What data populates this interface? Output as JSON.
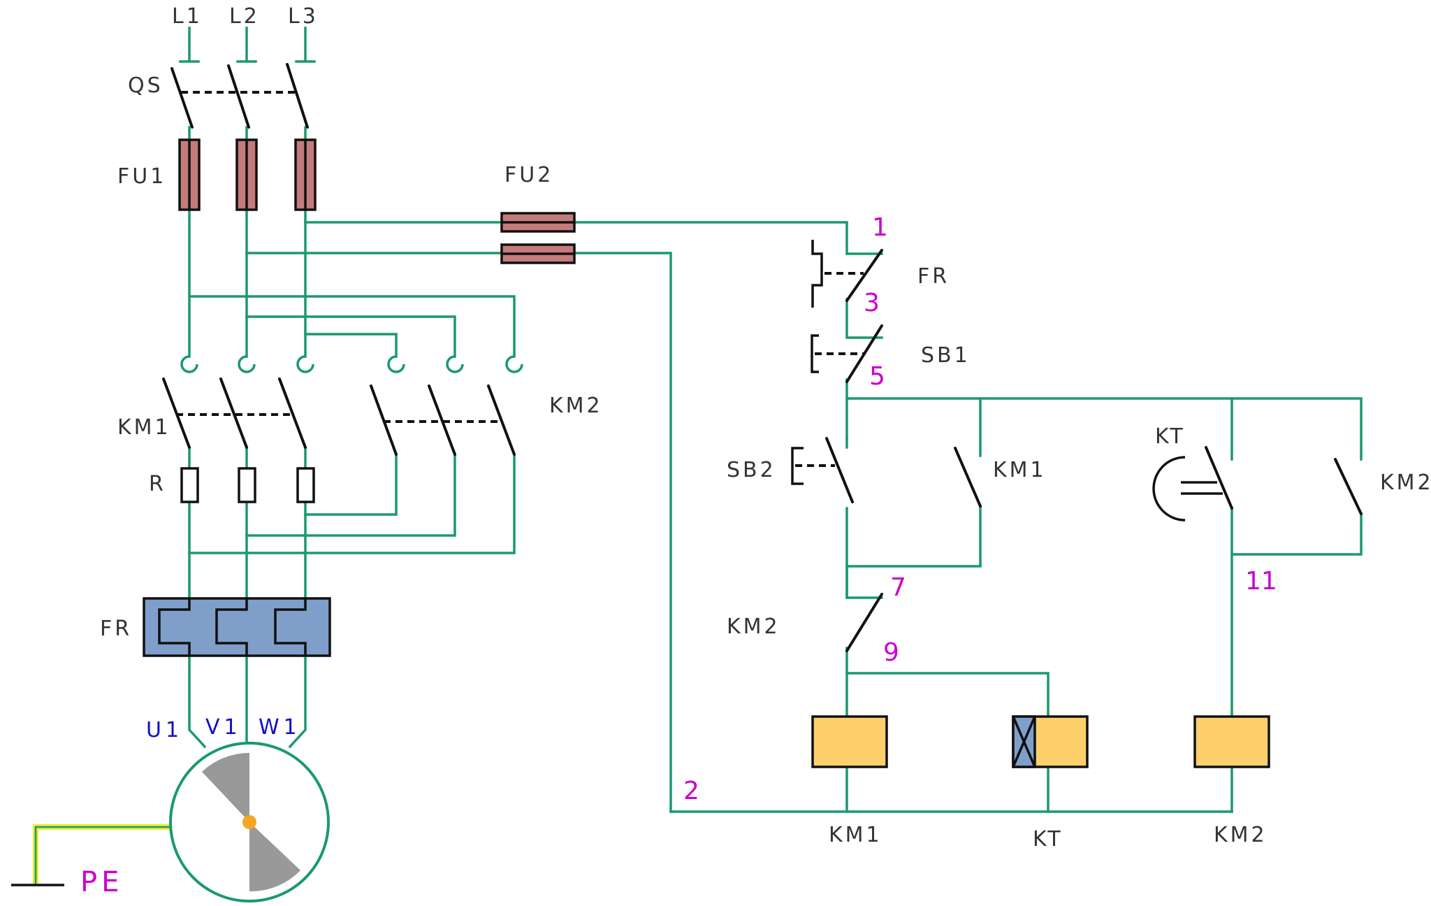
{
  "supply": {
    "l1": "L1",
    "l2": "L2",
    "l3": "L3"
  },
  "main_circuit": {
    "switch": "QS",
    "fuse_main": "FU1",
    "fuse_control": "FU2",
    "contactor_run": "KM1",
    "contactor_bypass": "KM2",
    "resistor": "R",
    "thermal_relay": "FR",
    "motor_terminals": {
      "u": "U1",
      "v": "V1",
      "w": "W1"
    },
    "earth": "PE"
  },
  "control_circuit": {
    "thermal_contact": "FR",
    "stop_button": "SB1",
    "start_button": "SB2",
    "km1_hold_contact": "KM1",
    "km2_interlock_contact": "KM2",
    "timer_contact": "KT",
    "km2_hold_contact": "KM2",
    "coil_km1": "KM1",
    "coil_kt": "KT",
    "coil_km2": "KM2",
    "nodes": {
      "n1": "1",
      "n2": "2",
      "n3": "3",
      "n5": "5",
      "n7": "7",
      "n9": "9",
      "n11": "11"
    }
  },
  "colors": {
    "wire": "#1a9a6c",
    "fuse": "#c47b7b",
    "thermal_relay": "#7f9fca",
    "coil": "#fdd06b",
    "motor_blades": "#999999",
    "motor_hub": "#f5a623",
    "earth_wire": "#e8ee30",
    "node_labels": "#cc00cc",
    "terminal_labels": "#1010cc"
  }
}
